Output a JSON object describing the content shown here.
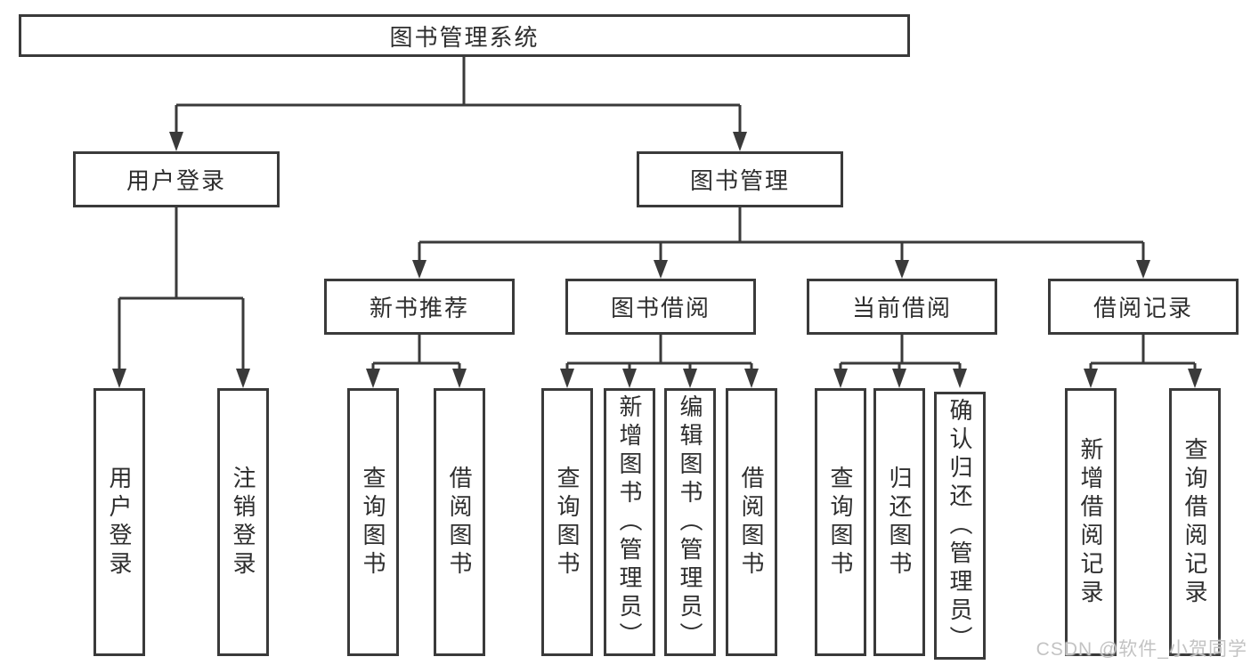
{
  "nodes": {
    "root": "图书管理系统",
    "user_login": "用户登录",
    "book_mgmt": "图书管理",
    "new_books": "新书推荐",
    "book_borrow": "图书借阅",
    "current_borrow": "当前借阅",
    "borrow_records": "借阅记录",
    "leaves": {
      "user_login": [
        "用户登录",
        "注销登录"
      ],
      "new_books": [
        "查询图书",
        "借阅图书"
      ],
      "book_borrow": [
        "查询图书",
        "新增图书（管理员）",
        "编辑图书（管理员）",
        "借阅图书"
      ],
      "current_borrow": [
        "查询图书",
        "归还图书",
        "确认归还（管理员）"
      ],
      "borrow_records": [
        "新增借阅记录",
        "查询借阅记录"
      ]
    }
  },
  "watermark": "CSDN @软件_小贺同学",
  "colors": {
    "line": "#3a3a3a",
    "box_border": "#3a3a3a",
    "text": "#2e2e2e",
    "background": "#ffffff",
    "watermark": "#c3c3c3"
  }
}
